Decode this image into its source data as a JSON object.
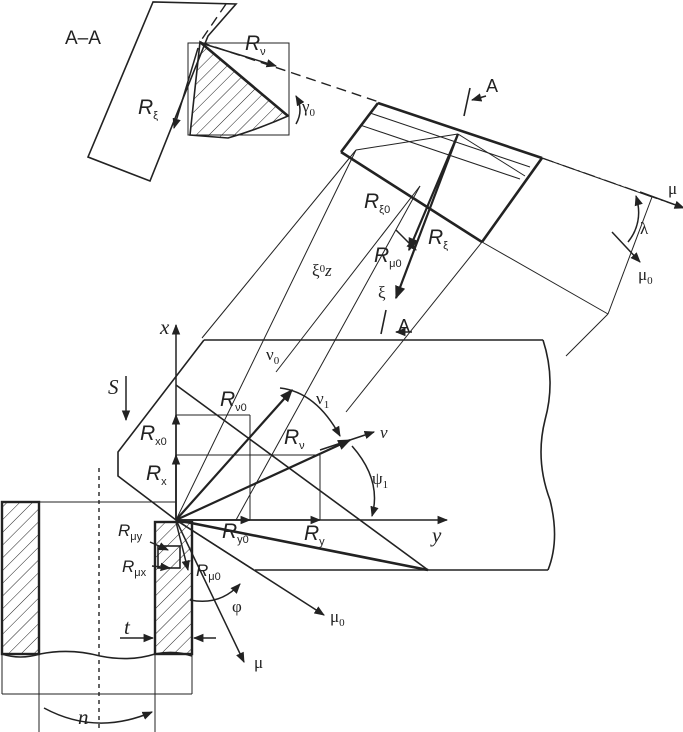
{
  "section": {
    "title": "A–A"
  },
  "section_marks": {
    "upper": "A",
    "lower": "A"
  },
  "angles": {
    "gamma0_main": "γ",
    "gamma0_sub": "0",
    "lambda": "λ",
    "phi": "φ",
    "nu1_main": "ν",
    "nu1_sub": "1",
    "psi1_main": "ψ",
    "psi1_sub": "1"
  },
  "axes": {
    "x": "x",
    "y": "y",
    "S": "S",
    "n": "n",
    "t": "t",
    "nu": "ν",
    "nu0_main": "ν",
    "nu0_sub": "0",
    "mu": "μ",
    "mu0_main": "μ",
    "mu0_sub": "0",
    "xi": "ξ",
    "xi0z_main": "ξ",
    "xi0z_sub": "0",
    "xi0z_z": "z"
  },
  "forces": {
    "R_nu_section": {
      "main": "R",
      "sub": "ν"
    },
    "R_xi_section": {
      "main": "R",
      "sub": "ξ"
    },
    "R_xi0": {
      "main": "R",
      "sub": "ξ0"
    },
    "R_mu0_top": {
      "main": "R",
      "sub": "μ0"
    },
    "R_xi": {
      "main": "R",
      "sub": "ξ"
    },
    "R_nu0": {
      "main": "R",
      "sub": "ν0"
    },
    "R_x0": {
      "main": "R",
      "sub": "x0"
    },
    "R_nu": {
      "main": "R",
      "sub": "ν"
    },
    "R_x": {
      "main": "R",
      "sub": "x"
    },
    "R_mu_y": {
      "main": "R",
      "sub": "μy"
    },
    "R_mu_x": {
      "main": "R",
      "sub": "μx"
    },
    "R_mu0_bottom": {
      "main": "R",
      "sub": "μ0"
    },
    "R_y0": {
      "main": "R",
      "sub": "y0"
    },
    "R_y": {
      "main": "R",
      "sub": "y"
    }
  }
}
